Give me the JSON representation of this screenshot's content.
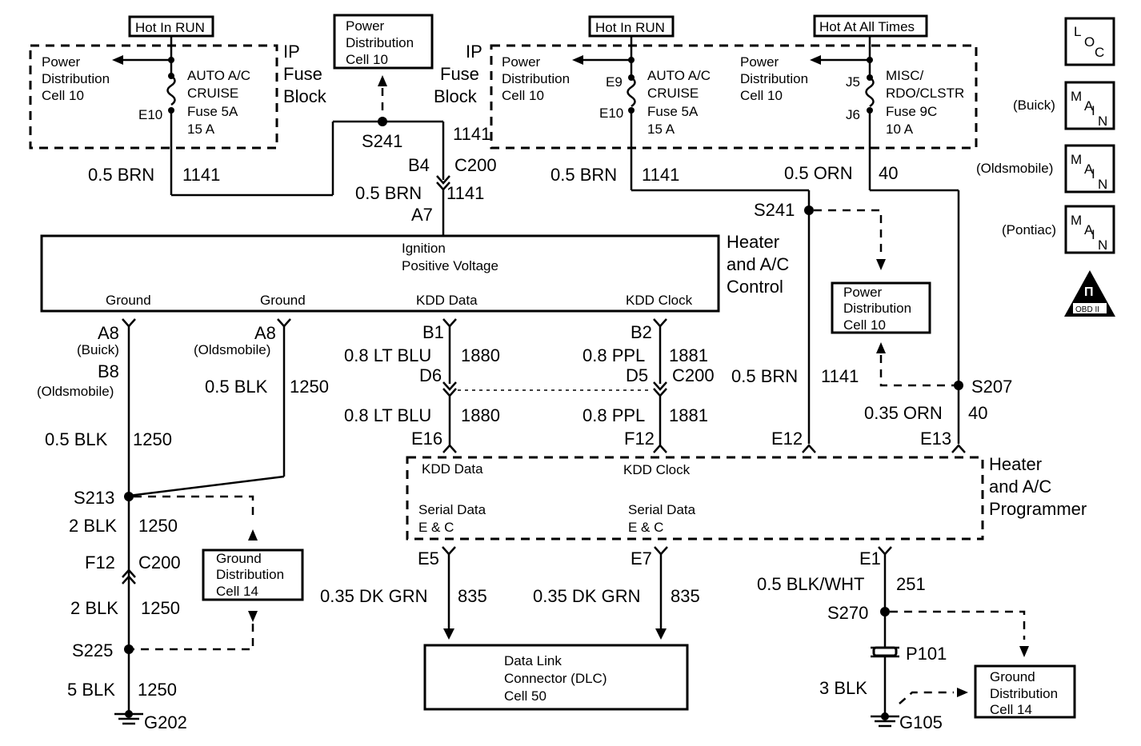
{
  "fuse_block_left": {
    "hot_label": "Hot In RUN",
    "pd_label": [
      "Power",
      "Distribution",
      "Cell 10"
    ],
    "fuse_label": [
      "AUTO A/C",
      "CRUISE",
      "Fuse 5A",
      "15 A"
    ],
    "terminal": "E10",
    "block_label": [
      "IP",
      "Fuse",
      "Block"
    ]
  },
  "pd_top": [
    "Power",
    "Distribution",
    "Cell 10"
  ],
  "fuse_block_right": {
    "block_label": [
      "IP",
      "Fuse",
      "Block"
    ],
    "hot_run_label": "Hot In RUN",
    "hot_all_label": "Hot At All Times",
    "pd1_label": [
      "Power",
      "Distribution",
      "Cell 10"
    ],
    "terminal_in1": "E9",
    "terminal_out1": "E10",
    "fuse1_label": [
      "AUTO A/C",
      "CRUISE",
      "Fuse 5A",
      "15 A"
    ],
    "pd2_label": [
      "Power",
      "Distribution",
      "Cell 10"
    ],
    "terminal_in2": "J5",
    "terminal_out2": "J6",
    "fuse2_label": [
      "MISC/",
      "RDO/CLSTR",
      "Fuse 9C",
      "10 A"
    ]
  },
  "upper_wires": {
    "w1_gauge": "0.5 BRN",
    "w1_circuit": "1141",
    "s241": "S241",
    "circ_1141": "1141",
    "b4": "B4",
    "c200": "C200",
    "w2_gauge": "0.5 BRN",
    "w2_circuit": "1141",
    "a7": "A7",
    "w3_gauge": "0.5 BRN",
    "w3_circuit": "1141",
    "w4_gauge": "0.5 ORN",
    "w4_circuit": "40",
    "s241_right": "S241"
  },
  "control_module": {
    "ignition_label": [
      "Ignition",
      "Positive Voltage"
    ],
    "ground1": "Ground",
    "ground2": "Ground",
    "kdd_data": "KDD Data",
    "kdd_clock": "KDD Clock",
    "name": [
      "Heater",
      "and A/C",
      "Control"
    ]
  },
  "pd_mid": [
    "Power",
    "Distribution",
    "Cell 10"
  ],
  "legend": {
    "loc": "LOC",
    "main": "MAIN",
    "buick": "(Buick)",
    "oldsmobile": "(Oldsmobile)",
    "pontiac": "(Pontiac)",
    "obd": "OBD II"
  },
  "ground_circuit": {
    "a8_left": "A8",
    "buick": "(Buick)",
    "b8": "B8",
    "oldsmobile_left": "(Oldsmobile)",
    "a8_right": "A8",
    "oldsmobile_right": "(Oldsmobile)",
    "w_blk_gauge": "0.5 BLK",
    "w_blk_circuit": "1250",
    "w_blk2_gauge": "0.5 BLK",
    "w_blk2_circuit": "1250",
    "s213": "S213",
    "w2blk_gauge": "2 BLK",
    "w2blk_circuit": "1250",
    "f12": "F12",
    "c200": "C200",
    "w2blk2_gauge": "2 BLK",
    "w2blk2_circuit": "1250",
    "s225": "S225",
    "w5blk_gauge": "5 BLK",
    "w5blk_circuit": "1250",
    "g202": "G202"
  },
  "gd_left": [
    "Ground",
    "Distribution",
    "Cell 14"
  ],
  "data_lines": {
    "b1": "B1",
    "lt_blu_gauge": "0.8 LT BLU",
    "lt_blu_circuit": "1880",
    "d6": "D6",
    "lt_blu2_gauge": "0.8 LT BLU",
    "lt_blu2_circuit": "1880",
    "e16": "E16",
    "b2": "B2",
    "ppl_gauge": "0.8 PPL",
    "ppl_circuit": "1881",
    "d5": "D5",
    "c200": "C200",
    "ppl2_gauge": "0.8 PPL",
    "ppl2_circuit": "1881",
    "f12": "F12"
  },
  "programmer_feeds": {
    "brn_gauge": "0.5 BRN",
    "brn_circuit": "1141",
    "e12": "E12",
    "s207": "S207",
    "orn_gauge": "0.35 ORN",
    "orn_circuit": "40",
    "e13": "E13"
  },
  "programmer": {
    "kdd_data": "KDD Data",
    "kdd_clock": "KDD Clock",
    "serial1": [
      "Serial Data",
      "E & C"
    ],
    "serial2": [
      "Serial Data",
      "E & C"
    ],
    "name": [
      "Heater",
      "and A/C",
      "Programmer"
    ]
  },
  "dlc_circuit": {
    "e5": "E5",
    "e7": "E7",
    "grn1_gauge": "0.35 DK GRN",
    "grn1_circuit": "835",
    "grn2_gauge": "0.35 DK GRN",
    "grn2_circuit": "835",
    "dlc_label": [
      "Data Link",
      "Connector (DLC)",
      "Cell 50"
    ]
  },
  "ground_right": {
    "e1": "E1",
    "gauge": "0.5 BLK/WHT",
    "circuit": "251",
    "s270": "S270",
    "p101": "P101",
    "blk3": "3 BLK",
    "g105": "G105"
  },
  "gd_right": [
    "Ground",
    "Distribution",
    "Cell 14"
  ]
}
